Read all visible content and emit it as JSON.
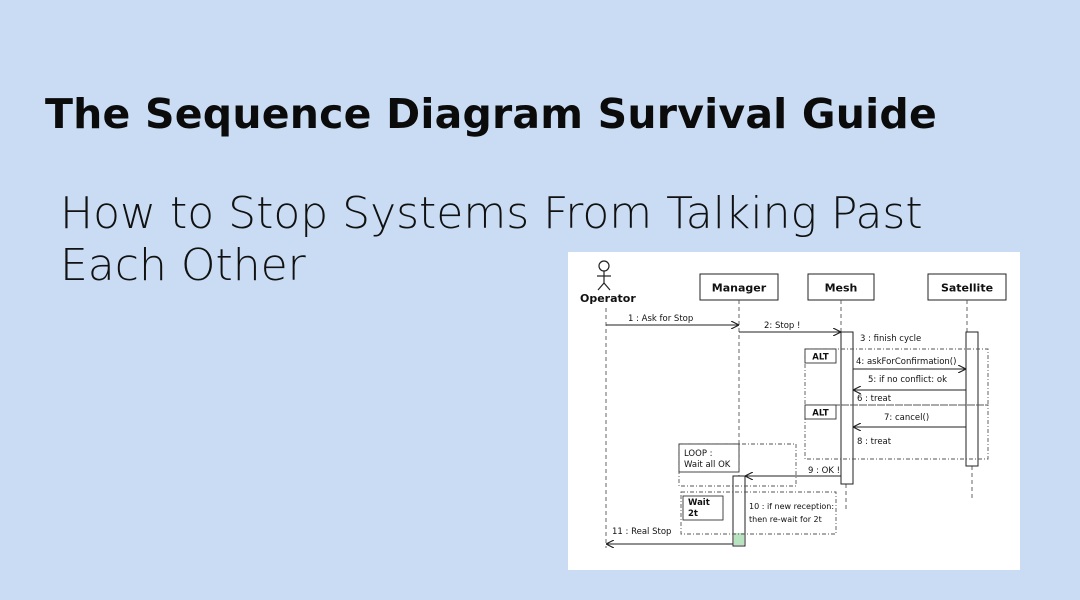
{
  "page": {
    "title": "The Sequence Diagram Survival Guide",
    "subtitle_line1": "How to Stop Systems From Talking Past",
    "subtitle_line2": "Each Other"
  },
  "diagram": {
    "actors": {
      "operator": "Operator",
      "manager": "Manager",
      "mesh": "Mesh",
      "satellite": "Satellite"
    },
    "messages": {
      "m1": "1 : Ask for Stop",
      "m2": "2: Stop !",
      "m3": "3 : finish cycle",
      "m4": "4: askForConfirmation()",
      "m5": "5: if no conflict: ok",
      "m6": "6 : treat",
      "m7": "7: cancel()",
      "m8": "8 : treat",
      "m9": "9 : OK !",
      "m10_line1": "10 : if new reception:",
      "m10_line2": "then re-wait for 2t",
      "m11": "11 : Real Stop"
    },
    "fragments": {
      "alt1": "ALT",
      "alt2": "ALT",
      "loop_line1": "LOOP :",
      "loop_line2": "Wait all OK",
      "wait_line1": "Wait",
      "wait_line2": "2t"
    }
  }
}
